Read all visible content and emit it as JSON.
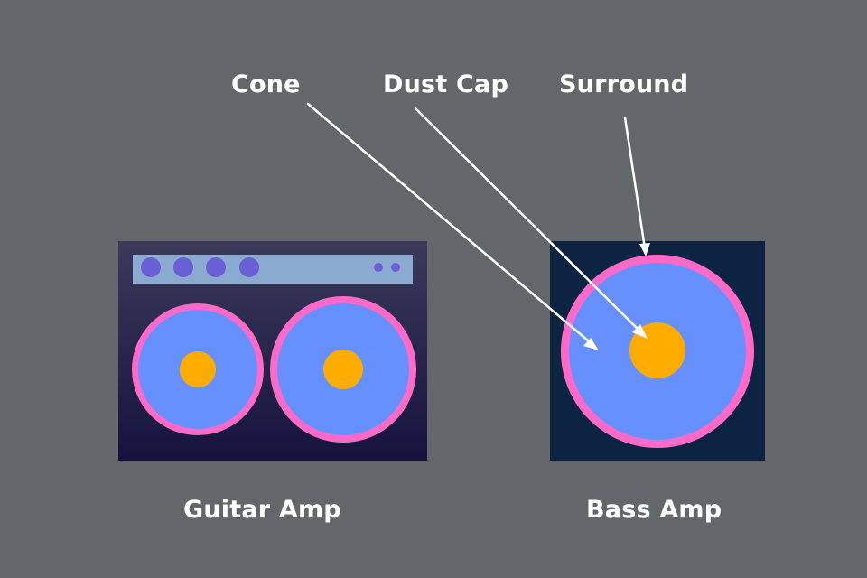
{
  "labels": {
    "cone": "Cone",
    "dust_cap": "Dust Cap",
    "surround": "Surround",
    "guitar_amp": "Guitar Amp",
    "bass_amp": "Bass Amp"
  },
  "colors": {
    "background": "#63676a",
    "guitar_cabinet_top": "#3a3a5a",
    "guitar_cabinet_bottom": "#16123e",
    "control_panel": "#8aaad0",
    "knob": "#6a5fd4",
    "bass_cabinet": "#0c2442",
    "surround": "#ff6ac8",
    "cone": "#6690ff",
    "dust_cap": "#ffac00",
    "arrow": "#ffffff",
    "text": "#ffffff"
  },
  "icons": {
    "arrow": "arrow-icon"
  }
}
